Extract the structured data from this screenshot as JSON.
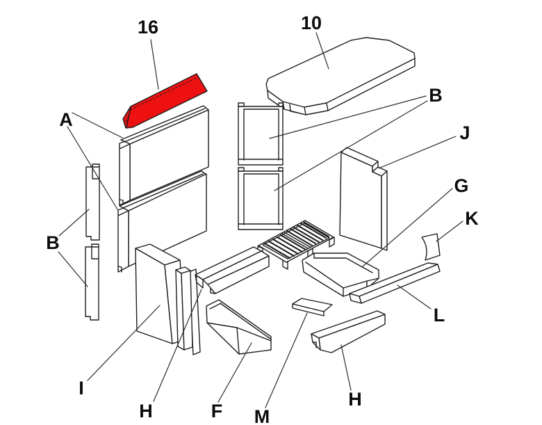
{
  "diagram": {
    "background_color": "#ffffff",
    "line_color": "#1c1c1c",
    "highlight_color": "#ee1111",
    "highlighted_part": "16",
    "labels": [
      {
        "part": "16",
        "text": "16"
      },
      {
        "part": "10",
        "text": "10"
      },
      {
        "part": "A",
        "text": "A"
      },
      {
        "part": "B-left",
        "text": "B"
      },
      {
        "part": "B-right",
        "text": "B"
      },
      {
        "part": "J",
        "text": "J"
      },
      {
        "part": "G",
        "text": "G"
      },
      {
        "part": "K",
        "text": "K"
      },
      {
        "part": "L",
        "text": "L"
      },
      {
        "part": "I",
        "text": "I"
      },
      {
        "part": "H-left",
        "text": "H"
      },
      {
        "part": "F",
        "text": "F"
      },
      {
        "part": "M",
        "text": "M"
      },
      {
        "part": "H-right",
        "text": "H"
      }
    ]
  }
}
